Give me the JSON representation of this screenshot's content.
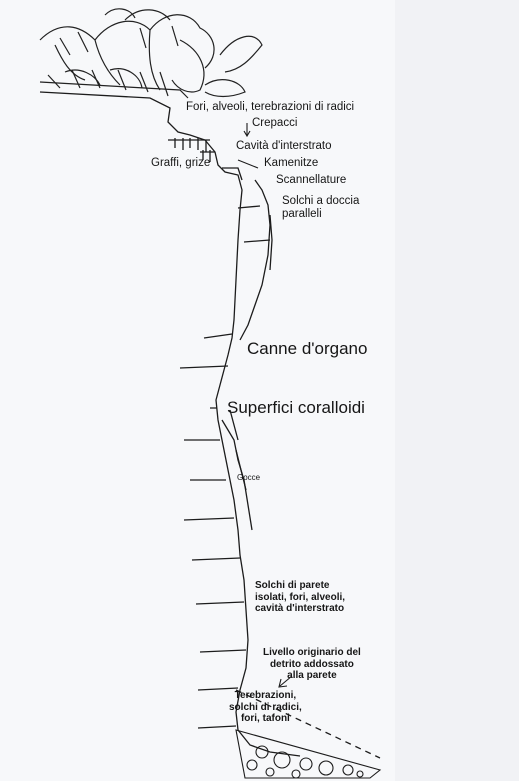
{
  "labels": {
    "fori_alveoli": "Fori, alveoli, terebrazioni di radici",
    "crepacci": "Crepacci",
    "cavita_interstrato": "Cavità d'interstrato",
    "graffi_grize": "Graffi, grize",
    "kamenitze": "Kamenitze",
    "scannellature": "Scannellature",
    "solchi_doccia": "Solchi a doccia\nparalleli",
    "canne_organo": "Canne d'organo",
    "superfici_coralloidi": "Superfici coralloidi",
    "gocce": "Gocce",
    "solchi_parete": "Solchi di parete\nisolati, fori, alveoli,\ncavità d'interstrato",
    "livello_originario": "Livello originario del\ndetrito addossato\nalla parete",
    "terebrazioni": "Terebrazioni,\nsolchi di radici,\nfori, tafoni"
  }
}
